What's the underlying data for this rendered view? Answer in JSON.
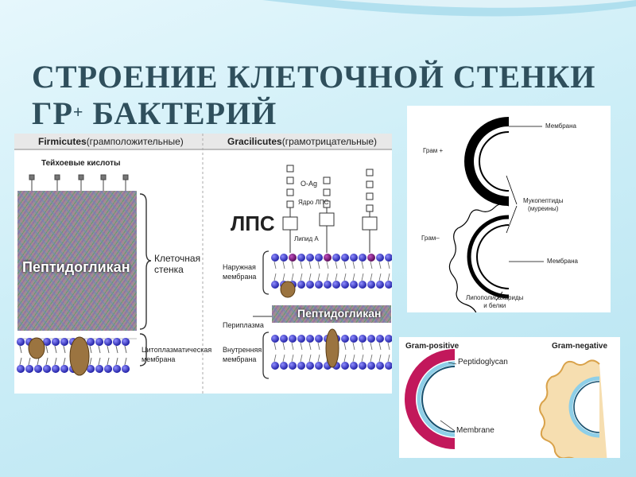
{
  "slide": {
    "title_line1": "СТРОЕНИЕ КЛЕТОЧНОЙ СТЕНКИ",
    "title_line2_pre": "ГР",
    "title_line2_sup": "+",
    "title_line2_post": " БАКТЕРИЙ"
  },
  "left_figure": {
    "firmicutes": "Firmicutes",
    "firmicutes_desc": "(грамположительные)",
    "gracilicutes": "Gracilicutes",
    "gracilicutes_desc": "(грамотрицательные)",
    "teichoic": "Тейхоевые кислоты",
    "peptidoglycan": "Пептидогликан",
    "cell_wall": "Клеточная\nстенка",
    "cytoplasmic_membrane": "Цитоплазматическая\nмембрана",
    "o_ag": "О-Аg",
    "lps_core": "Ядро ЛПС",
    "lps": "ЛПС",
    "lipid_a": "Липид А",
    "outer_membrane": "Наружная\nмембрана",
    "periplasm": "Периплазма",
    "inner_membrane": "Внутренняя\nмембрана"
  },
  "right_top_figure": {
    "gram_pos": "Грам +",
    "gram_neg": "Грам–",
    "membrane1": "Мембрана",
    "mucopeptides": "Мукопептиды\n(муреины)",
    "membrane2": "Мембрана",
    "lps_proteins": "Липополисахариды\nи белки"
  },
  "right_bottom_figure": {
    "gram_positive": "Gram-positive",
    "gram_negative": "Gram-negative",
    "peptidoglycan": "Peptidoglycan",
    "membrane": "Membrane"
  }
}
